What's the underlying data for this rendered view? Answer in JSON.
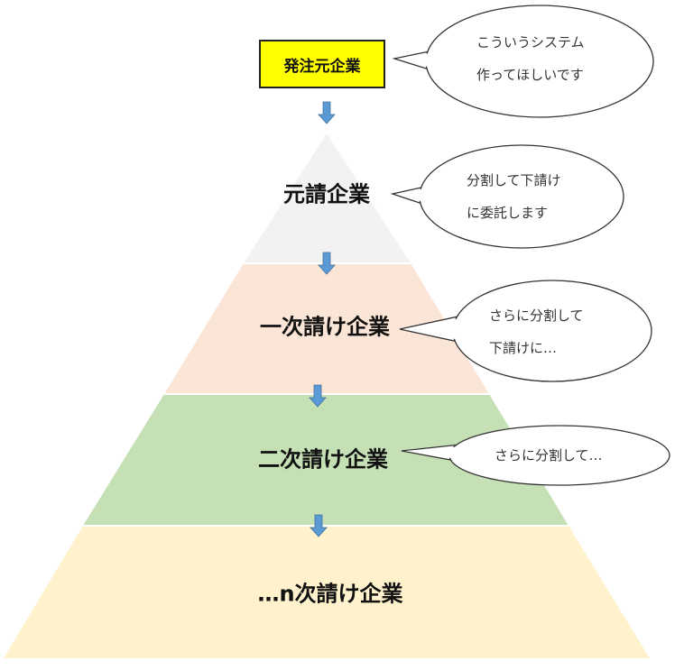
{
  "client": {
    "label": "発注元企業"
  },
  "layers": [
    {
      "label": "元請企業",
      "color": "#f2f2f2"
    },
    {
      "label": "一次請け企業",
      "color": "#fbe5d6"
    },
    {
      "label": "二次請け企業",
      "color": "#c5e0b4"
    },
    {
      "label": "…n次請け企業",
      "color": "#fff2cc"
    }
  ],
  "bubbles": [
    {
      "lines": [
        "こういうシステム",
        "作ってほしいです"
      ]
    },
    {
      "lines": [
        "分割して下請け",
        "に委託します"
      ]
    },
    {
      "lines": [
        "さらに分割して",
        "下請けに…"
      ]
    },
    {
      "lines": [
        "さらに分割して…"
      ]
    }
  ],
  "colors": {
    "arrow": "#5b9bd5",
    "highlight": "#ffff00"
  }
}
